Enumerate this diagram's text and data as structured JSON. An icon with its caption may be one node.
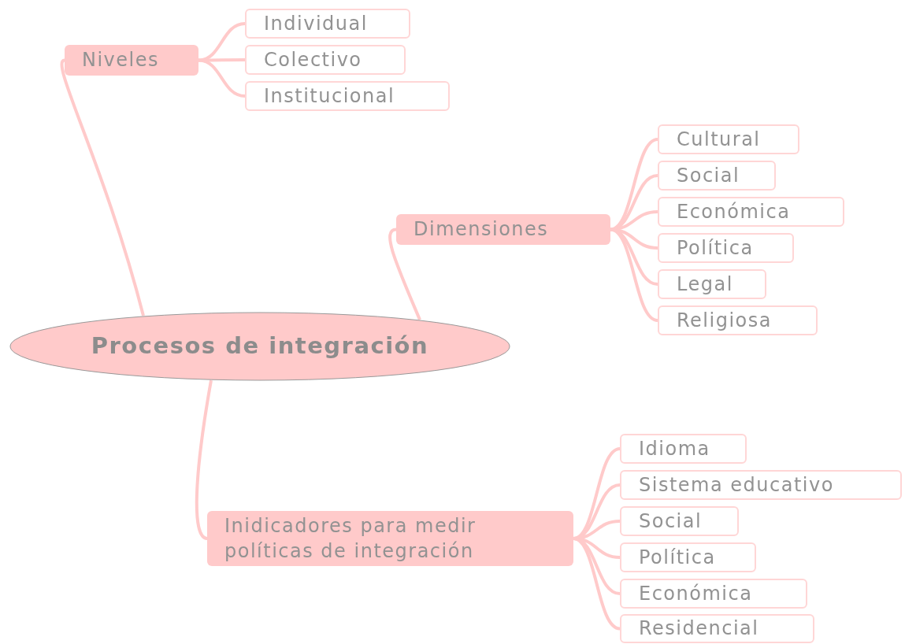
{
  "diagram": {
    "nodes": [
      {
        "text": [
          "Procesos de integración"
        ]
      },
      {
        "text": [
          "Niveles"
        ]
      },
      {
        "text": [
          "Individual"
        ]
      },
      {
        "text": [
          "Colectivo"
        ]
      },
      {
        "text": [
          "Institucional"
        ]
      },
      {
        "text": [
          "Dimensiones"
        ]
      },
      {
        "text": [
          "Cultural"
        ]
      },
      {
        "text": [
          "Social"
        ]
      },
      {
        "text": [
          "Económica"
        ]
      },
      {
        "text": [
          "Política"
        ]
      },
      {
        "text": [
          "Legal"
        ]
      },
      {
        "text": [
          "Religiosa"
        ]
      },
      {
        "text": [
          "Inidicadores para medir políticas de integración"
        ]
      },
      {
        "text": [
          "Idioma"
        ]
      },
      {
        "text": [
          "Sistema educativo"
        ]
      },
      {
        "text": [
          "Social"
        ]
      },
      {
        "text": [
          "Política"
        ]
      },
      {
        "text": [
          "Económica"
        ]
      },
      {
        "text": [
          "Residencial"
        ]
      }
    ],
    "edges": [
      {
        "from": 0,
        "to": 1,
        "arrow": "none"
      },
      {
        "from": 1,
        "to": 2,
        "arrow": "none"
      },
      {
        "from": 1,
        "to": 3,
        "arrow": "none"
      },
      {
        "from": 1,
        "to": 4,
        "arrow": "none"
      },
      {
        "from": 0,
        "to": 5,
        "arrow": "none"
      },
      {
        "from": 5,
        "to": 6,
        "arrow": "none"
      },
      {
        "from": 5,
        "to": 7,
        "arrow": "none"
      },
      {
        "from": 5,
        "to": 8,
        "arrow": "none"
      },
      {
        "from": 5,
        "to": 9,
        "arrow": "none"
      },
      {
        "from": 5,
        "to": 10,
        "arrow": "none"
      },
      {
        "from": 5,
        "to": 11,
        "arrow": "none"
      },
      {
        "from": 0,
        "to": 12,
        "arrow": "none"
      },
      {
        "from": 12,
        "to": 13,
        "arrow": "none"
      },
      {
        "from": 12,
        "to": 14,
        "arrow": "none"
      },
      {
        "from": 12,
        "to": 15,
        "arrow": "none"
      },
      {
        "from": 12,
        "to": 16,
        "arrow": "none"
      },
      {
        "from": 12,
        "to": 17,
        "arrow": "none"
      },
      {
        "from": 12,
        "to": 18,
        "arrow": "none"
      }
    ]
  }
}
